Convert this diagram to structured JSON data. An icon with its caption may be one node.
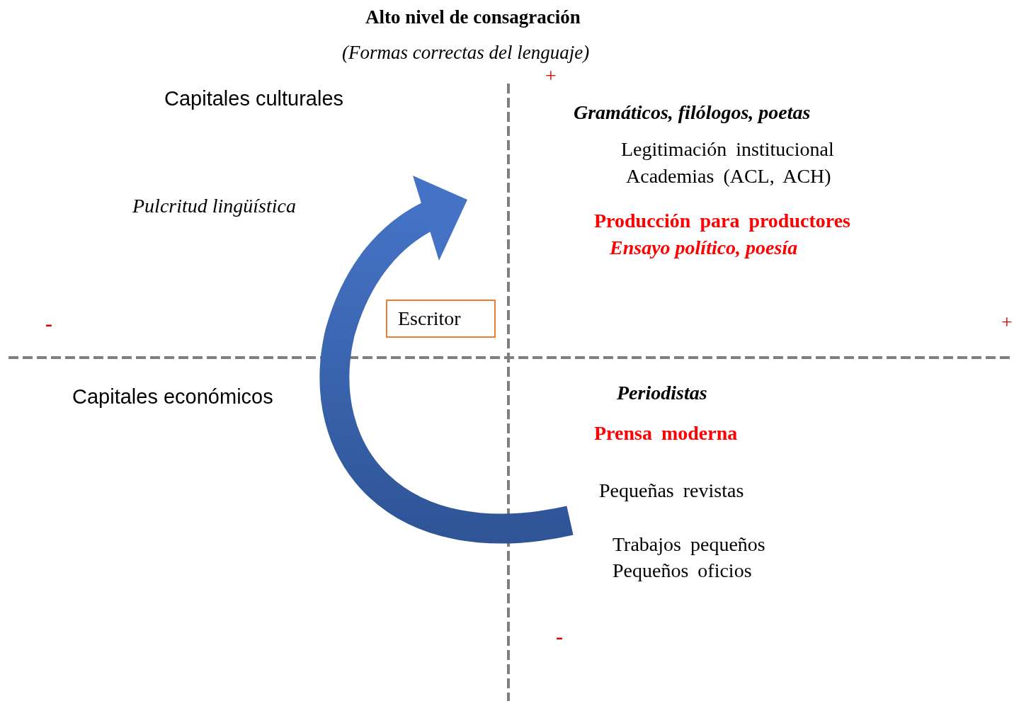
{
  "diagram": {
    "title": "Alto nivel de consagración",
    "nodes": [
      {
        "text": [
          "Escritor"
        ]
      }
    ],
    "labels": [
      "(Formas correctas del lenguaje)",
      "+",
      "Capitales culturales",
      "Gramáticos, filólogos, poetas",
      "Legitimación institucional",
      "Academias (ACL, ACH)",
      "Pulcritud lingüística",
      "Producción para productores",
      "Ensayo político, poesía",
      "-",
      "+",
      "Capitales económicos",
      "Periodistas",
      "Prensa moderna",
      "Pequeñas revistas",
      "Trabajos pequeños",
      "Pequeños oficios",
      "-"
    ]
  }
}
